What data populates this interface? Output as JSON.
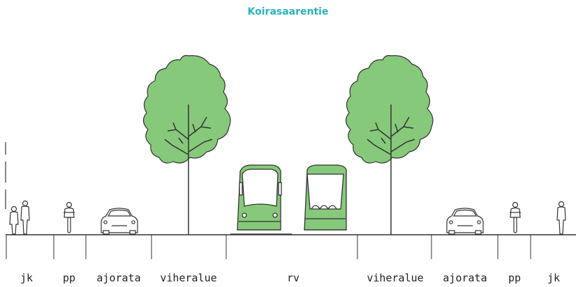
{
  "title": "Koirasaarentie",
  "zones": [
    {
      "label": "jk"
    },
    {
      "label": "pp"
    },
    {
      "label": "ajorata"
    },
    {
      "label": "viheralue"
    },
    {
      "label": "rv"
    },
    {
      "label": "viheralue"
    },
    {
      "label": "ajorata"
    },
    {
      "label": "pp"
    },
    {
      "label": "jk"
    }
  ],
  "colors": {
    "title": "#2bb3bf",
    "tree_fill": "#86c97a",
    "tram_fill": "#86c97a",
    "line": "#333333"
  },
  "icons": [
    "pedestrian-icon",
    "cyclist-icon",
    "car-icon",
    "tree-icon",
    "tram-icon"
  ]
}
